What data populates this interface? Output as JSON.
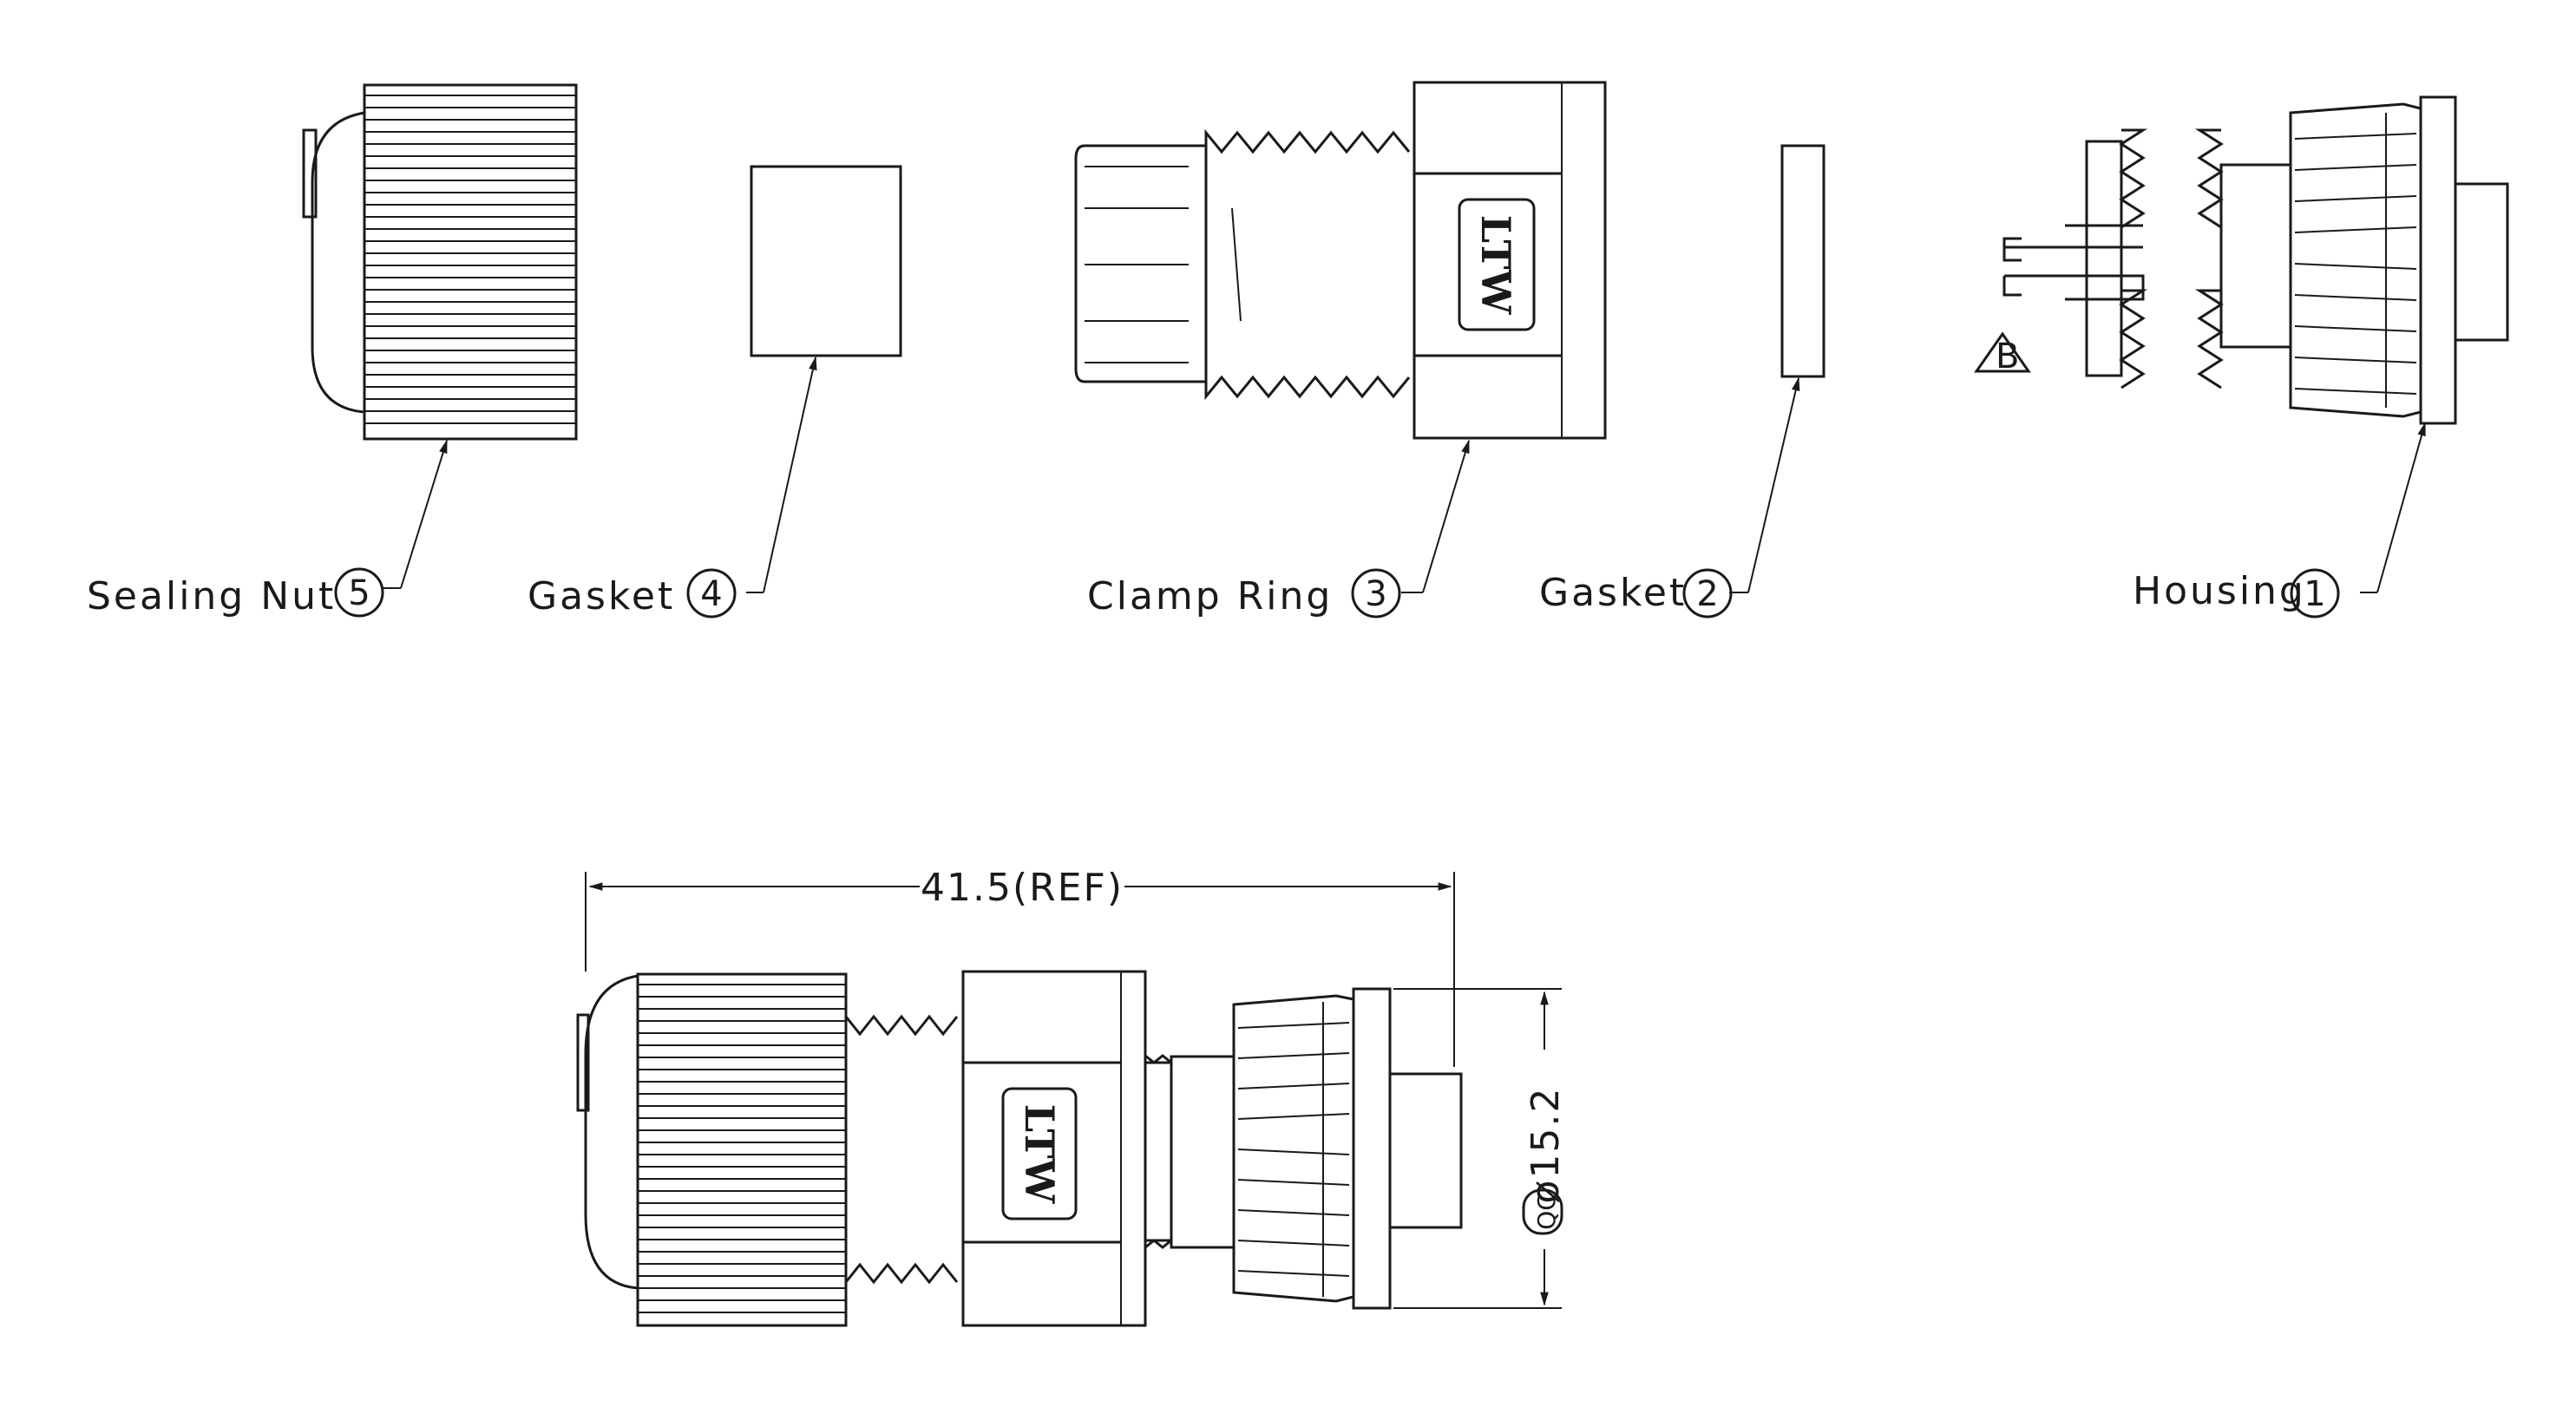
{
  "parts": [
    {
      "label": "Sealing Nut",
      "number": "5"
    },
    {
      "label": "Gasket",
      "number": "4"
    },
    {
      "label": "Clamp Ring",
      "number": "3"
    },
    {
      "label": "Gasket",
      "number": "2"
    },
    {
      "label": "Housing",
      "number": "1"
    }
  ],
  "marks": {
    "brand": "LTW",
    "revision": "B"
  },
  "dimensions": {
    "length": "41.5(REF)",
    "diameter": "ø15.2",
    "qc": "QC"
  }
}
